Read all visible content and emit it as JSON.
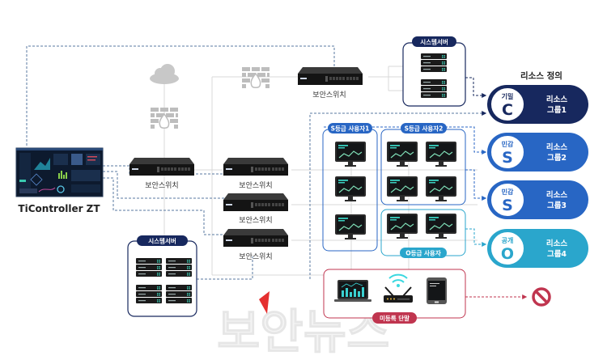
{
  "controller": {
    "title": "TiController ZT"
  },
  "switch_label": "보안스위치",
  "system_server_label": "시스템서버",
  "user_groups": {
    "s1": "S등급 사용자1",
    "s2": "S등급 사용자2",
    "o": "O등급 사용자",
    "unregistered": "미등록 단말"
  },
  "resources": {
    "title": "리소스 정의",
    "items": [
      {
        "grade_label": "기밀",
        "grade_letter": "C",
        "group_line1": "리소스",
        "group_line2": "그룹1",
        "color": "#17285e"
      },
      {
        "grade_label": "민감",
        "grade_letter": "S",
        "group_line1": "리소스",
        "group_line2": "그룹2",
        "color": "#2866c4"
      },
      {
        "grade_label": "민감",
        "grade_letter": "S",
        "group_line1": "리소스",
        "group_line2": "그룹3",
        "color": "#2866c4"
      },
      {
        "grade_label": "공개",
        "grade_letter": "O",
        "group_line1": "리소스",
        "group_line2": "그룹4",
        "color": "#2aa6cc"
      }
    ]
  },
  "watermark": "보안뉴스",
  "colors": {
    "navy": "#17285e",
    "blue": "#2866c4",
    "cyan": "#2aa6cc",
    "crimson": "#c0354f",
    "dash": "#5a7aa0",
    "line": "#d8d8d8",
    "gray_icon": "#bdbdbd"
  }
}
